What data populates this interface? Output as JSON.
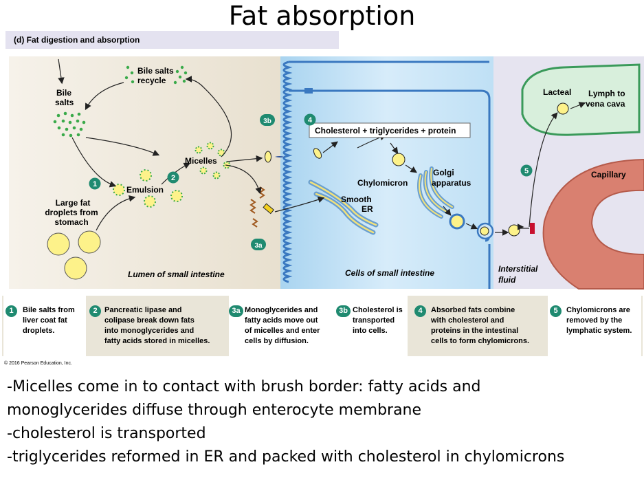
{
  "title": "Fat absorption",
  "figure": {
    "header": "(d) Fat digestion and absorption",
    "regions": {
      "lumen": "Lumen of small intestine",
      "cells": "Cells of small intestine",
      "interstitial": [
        "Interstitial",
        "fluid"
      ]
    },
    "labels": {
      "bile_salts_recycle": [
        "Bile salts",
        "recycle"
      ],
      "bile_salts": [
        "Bile",
        "salts"
      ],
      "micelles": "Micelles",
      "emulsion": "Emulsion",
      "large_fat": [
        "Large fat",
        "droplets from",
        "stomach"
      ],
      "cholesterol_box": "Cholesterol + triglycerides + protein",
      "chylomicron": "Chylomicron",
      "golgi": [
        "Golgi",
        "apparatus"
      ],
      "smooth_er": [
        "Smooth",
        "ER"
      ],
      "lacteal": "Lacteal",
      "lymph": [
        "Lymph to",
        "vena cava"
      ],
      "capillary": "Capillary"
    },
    "step_badges": [
      "1",
      "2",
      "3a",
      "3b",
      "4",
      "5"
    ]
  },
  "legend": [
    {
      "num": "1",
      "lines": [
        "Bile salts from",
        "liver coat fat",
        "droplets."
      ]
    },
    {
      "num": "2",
      "lines": [
        "Pancreatic lipase and",
        "colipase break down fats",
        "into monoglycerides and",
        "fatty acids stored in micelles."
      ]
    },
    {
      "num": "3a",
      "lines": [
        "Monoglycerides and",
        "fatty  acids move out",
        "of micelles and enter",
        "cells by diffusion."
      ]
    },
    {
      "num": "3b",
      "lines": [
        "Cholesterol is",
        "transported",
        "into cells."
      ]
    },
    {
      "num": "4",
      "lines": [
        "Absorbed fats combine",
        "with cholesterol and",
        "proteins in the intestinal",
        "cells to form chylomicrons."
      ]
    },
    {
      "num": "5",
      "lines": [
        "Chylomicrons are",
        "removed by the",
        "lymphatic system."
      ]
    }
  ],
  "copyright": "© 2016 Pearson Education, Inc.",
  "notes": [
    "-Micelles come in to contact with brush border: fatty acids and",
    "monoglycerides diffuse through enterocyte membrane",
    "-cholesterol is transported",
    "-triglycerides reformed in ER and packed with cholesterol in chylomicrons"
  ],
  "colors": {
    "lumen": "#f1ece1",
    "cell": "#cfe6f6",
    "interstitial": "#e6e4f0",
    "membrane": "#3a78c0",
    "badge": "#1f8a70",
    "lacteal": "#d8efdc",
    "capillary": "#d98070",
    "fat": "#fdf28a",
    "bile_dot": "#3aaa4a"
  }
}
